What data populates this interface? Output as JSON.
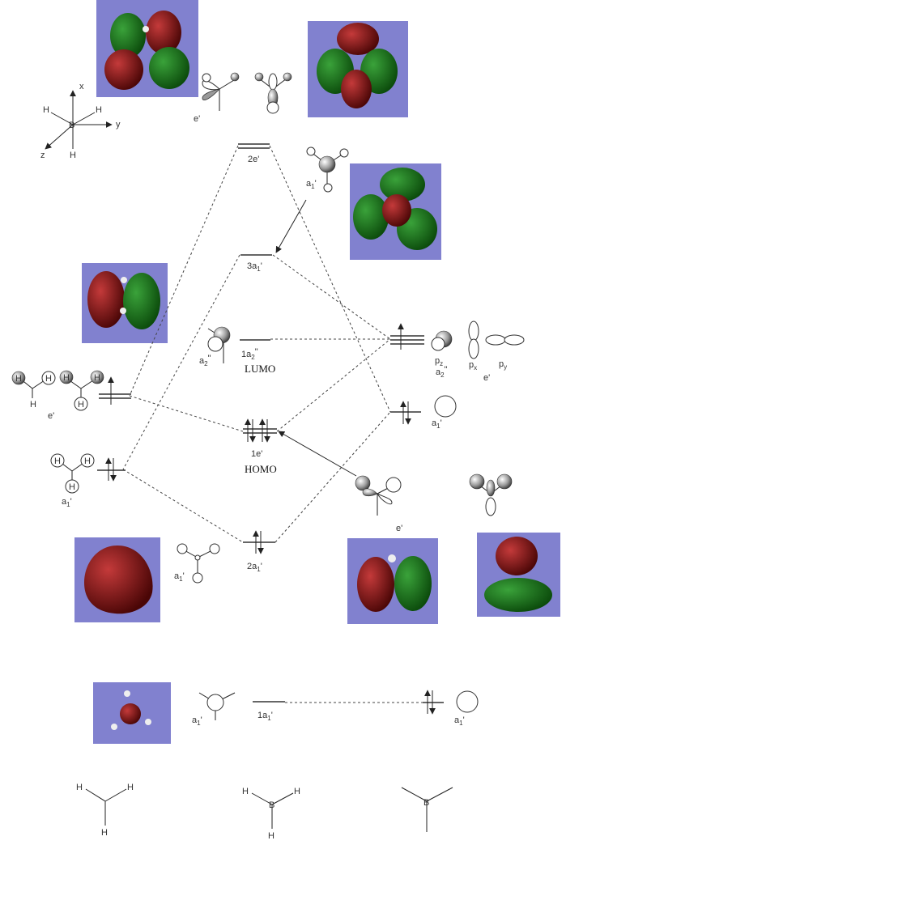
{
  "axes": {
    "x": "x",
    "y": "y",
    "z": "z",
    "center": "B",
    "h": "H"
  },
  "levels": {
    "e2": "2e'",
    "a3": "3a",
    "a3_sub": "1",
    "a3_sup": "'",
    "a2pp": "1a",
    "a2pp_sub": "2",
    "a2pp_sup": "\"",
    "e1": "1e'",
    "a2": "2a",
    "a2_sub": "1",
    "a2_sup": "'",
    "a1": "1a",
    "a1_sub": "1",
    "a1_sup": "'"
  },
  "annotations": {
    "lumo": "LUMO",
    "homo": "HOMO"
  },
  "symmetry": {
    "e_prime": "e'",
    "a1_main": "a",
    "a1_sub": "1",
    "a1_sup": "'",
    "a2_main": "a",
    "a2_sub": "2",
    "a2_sup": "\""
  },
  "boron_orbitals": {
    "pz": "p",
    "pz_sub": "z",
    "px": "p",
    "px_sub": "x",
    "py": "p",
    "py_sub": "y"
  },
  "atoms": {
    "h": "H",
    "b": "B"
  }
}
